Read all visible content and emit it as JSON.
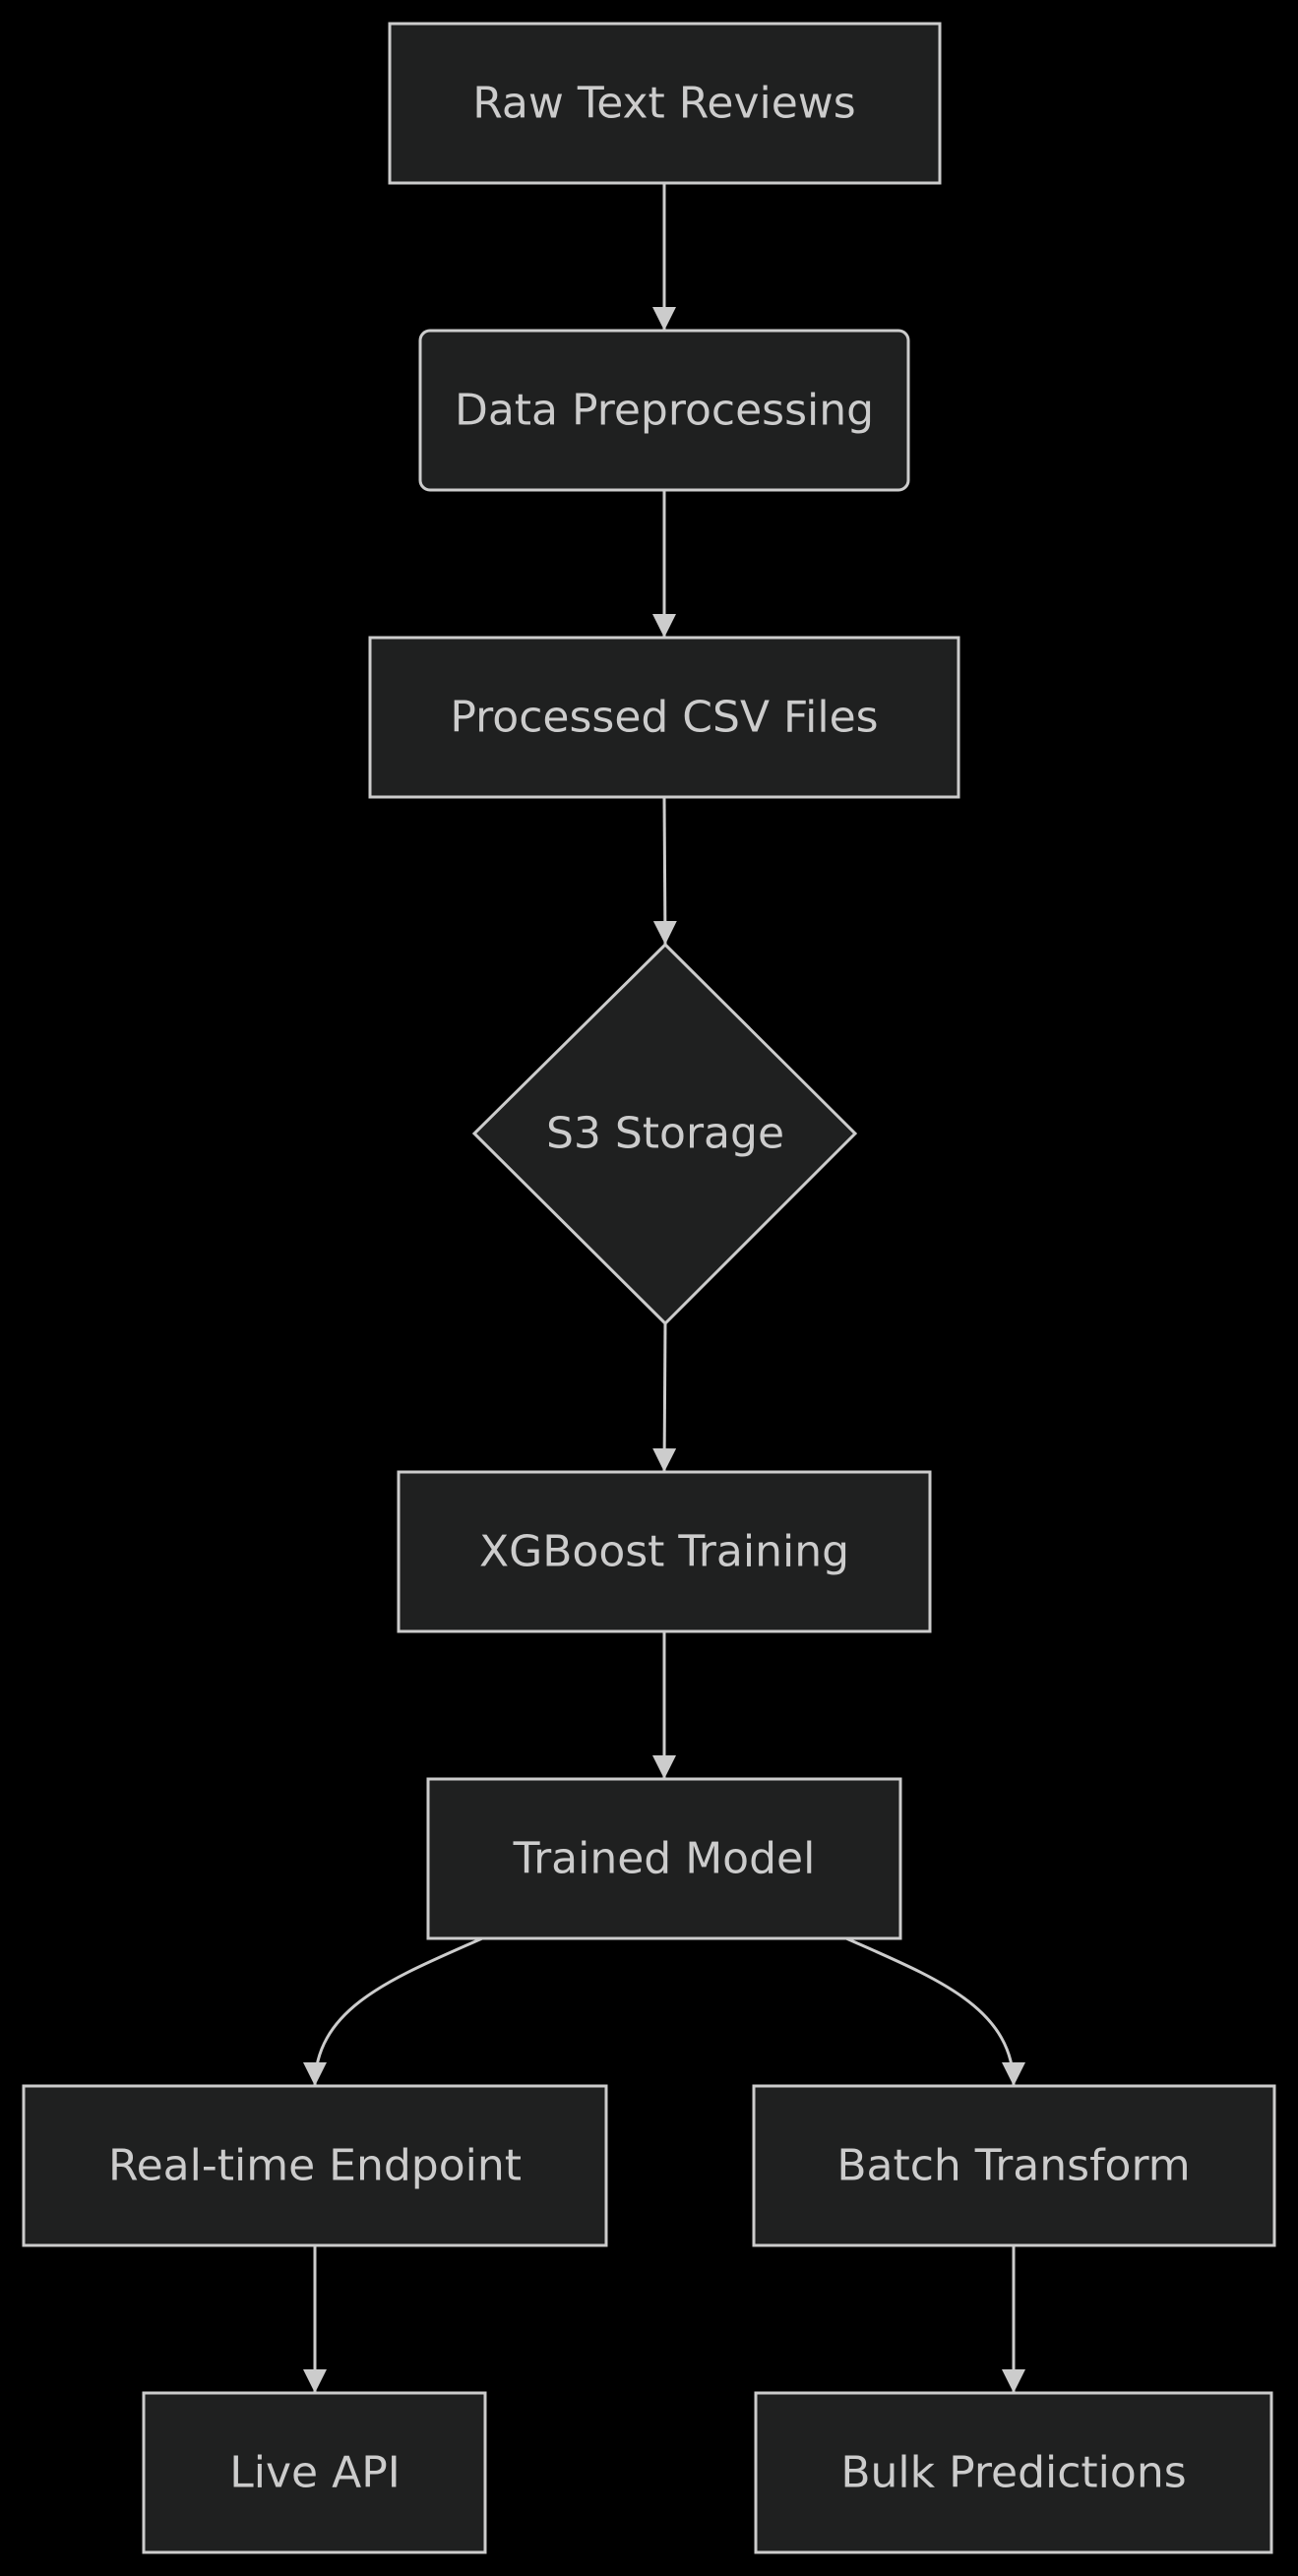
{
  "diagram": {
    "type": "flowchart",
    "direction": "top-to-bottom",
    "colors": {
      "background": "#000000",
      "node_fill": "#1f2020",
      "node_stroke": "#cccccc",
      "text": "#cccccc",
      "edge": "#cccccc"
    },
    "nodes": {
      "raw_text_reviews": {
        "label": "Raw Text Reviews",
        "shape": "rectangle"
      },
      "data_preprocessing": {
        "label": "Data Preprocessing",
        "shape": "rounded-rectangle"
      },
      "processed_csv_files": {
        "label": "Processed CSV Files",
        "shape": "rectangle"
      },
      "s3_storage": {
        "label": "S3 Storage",
        "shape": "diamond"
      },
      "xgboost_training": {
        "label": "XGBoost Training",
        "shape": "rectangle"
      },
      "trained_model": {
        "label": "Trained Model",
        "shape": "rectangle"
      },
      "realtime_endpoint": {
        "label": "Real-time Endpoint",
        "shape": "rectangle"
      },
      "batch_transform": {
        "label": "Batch Transform",
        "shape": "rectangle"
      },
      "live_api": {
        "label": "Live API",
        "shape": "rectangle"
      },
      "bulk_predictions": {
        "label": "Bulk Predictions",
        "shape": "rectangle"
      }
    },
    "edges": [
      {
        "from": "raw_text_reviews",
        "to": "data_preprocessing"
      },
      {
        "from": "data_preprocessing",
        "to": "processed_csv_files"
      },
      {
        "from": "processed_csv_files",
        "to": "s3_storage"
      },
      {
        "from": "s3_storage",
        "to": "xgboost_training"
      },
      {
        "from": "xgboost_training",
        "to": "trained_model"
      },
      {
        "from": "trained_model",
        "to": "realtime_endpoint"
      },
      {
        "from": "trained_model",
        "to": "batch_transform"
      },
      {
        "from": "realtime_endpoint",
        "to": "live_api"
      },
      {
        "from": "batch_transform",
        "to": "bulk_predictions"
      }
    ]
  }
}
